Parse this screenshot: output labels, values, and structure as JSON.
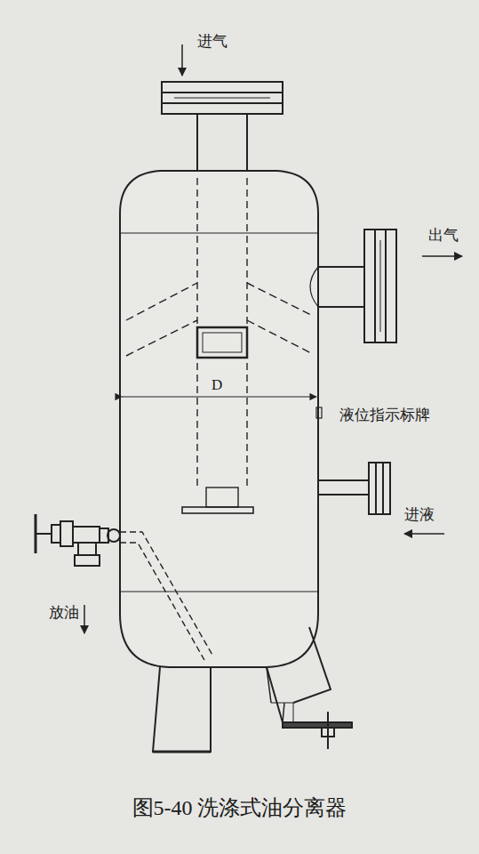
{
  "diagram": {
    "caption": "图5-40 洗涤式油分离器",
    "labels": [
      "进气",
      "出气",
      "D",
      "液位指示标牌",
      "进液",
      "放油"
    ]
  }
}
